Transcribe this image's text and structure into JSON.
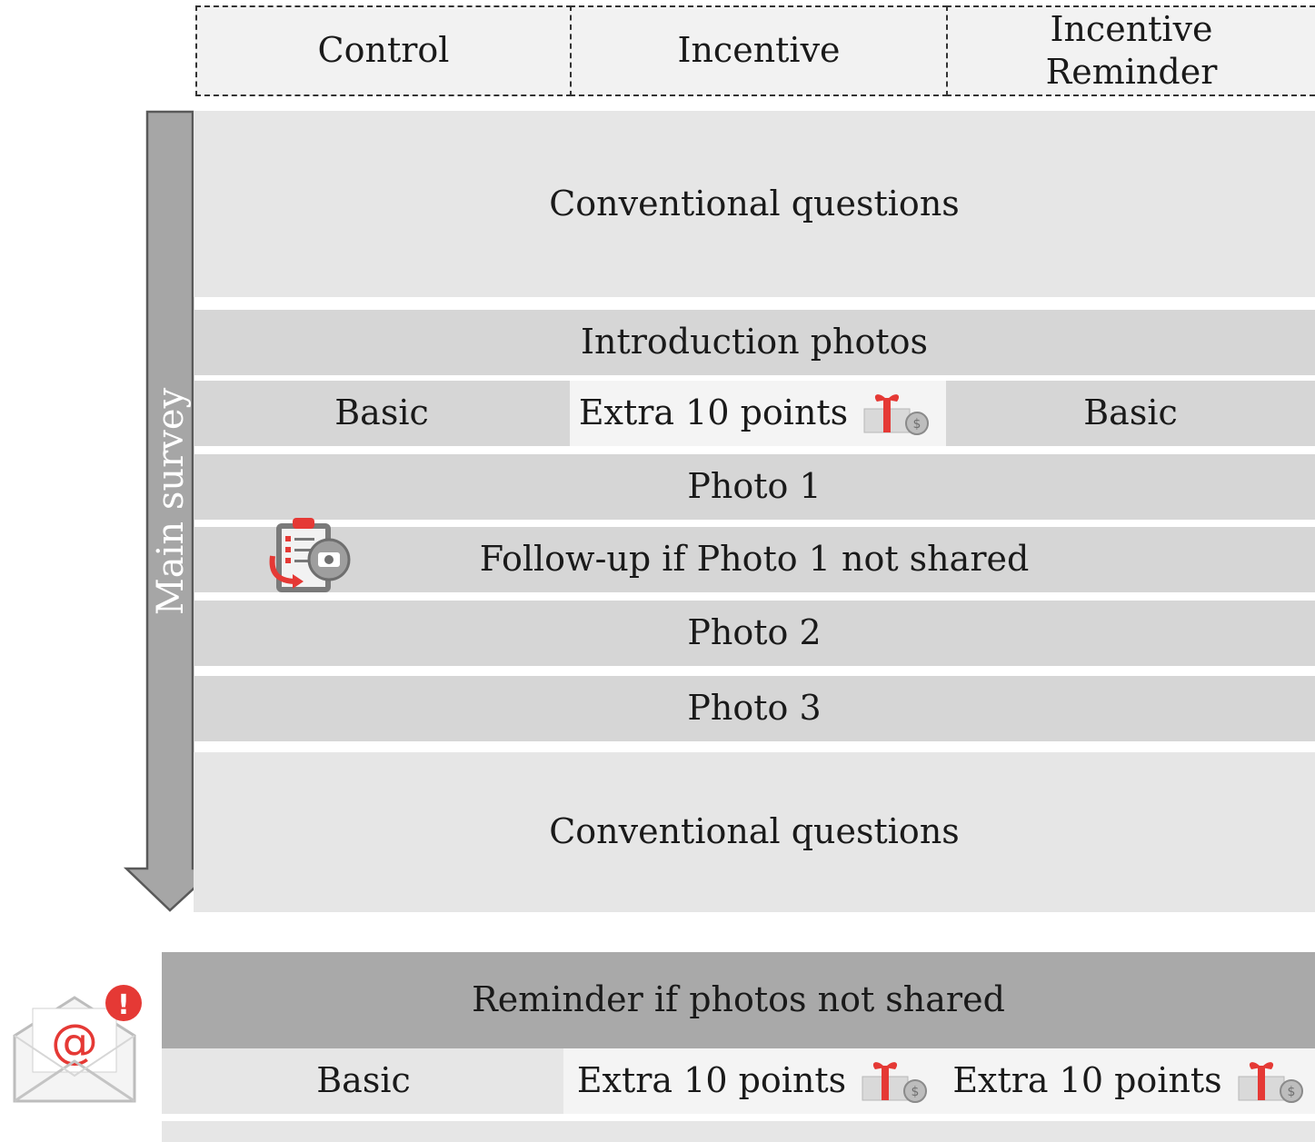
{
  "header": {
    "col1": "Control",
    "col2": "Incentive",
    "col3_line1": "Incentive",
    "col3_line2": "Reminder"
  },
  "survey": {
    "arrow_label": "Main survey",
    "conventional_top": "Conventional questions",
    "introduction": "Introduction photos",
    "intro_basic_1": "Basic",
    "intro_extra": "Extra 10 points",
    "intro_basic_2": "Basic",
    "photo1": "Photo 1",
    "followup": "Follow-up if Photo 1 not shared",
    "photo2": "Photo 2",
    "photo3": "Photo 3",
    "conventional_bottom": "Conventional questions"
  },
  "reminder": {
    "title": "Reminder if photos not shared",
    "basic": "Basic",
    "extra_1": "Extra 10 points",
    "extra_2": "Extra 10 points"
  },
  "icons": {
    "gift": "gift-coin-icon",
    "followup": "clipboard-camera-icon",
    "email": "email-alert-icon"
  }
}
